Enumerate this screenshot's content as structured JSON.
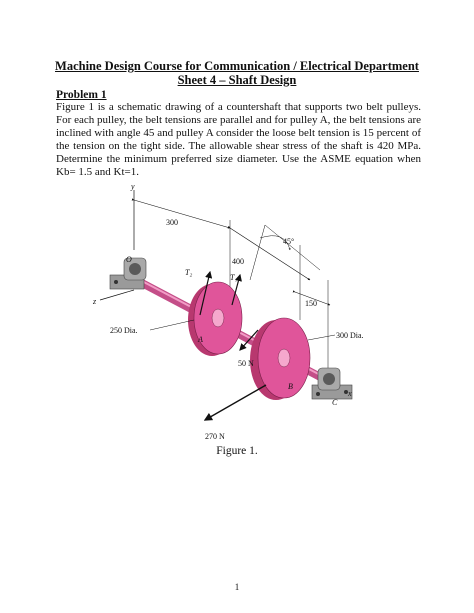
{
  "header": {
    "title_line1": "Machine Design Course for Communication / Electrical Department",
    "title_line2": "Sheet 4 – Shaft Design"
  },
  "problem": {
    "heading": "Problem 1",
    "text": "Figure 1 is a schematic drawing of a countershaft that supports two belt pulleys. For each pulley, the belt tensions are parallel and for pulley A, the belt tensions are inclined with angle 45 and pulley A consider the loose belt tension is 15 percent of the tension on the tight side. The allowable shear stress of the shaft is 420 MPa. Determine the minimum preferred size diameter. Use the ASME equation when Kb= 1.5 and Kt=1."
  },
  "figure": {
    "labels": {
      "y_axis": "y",
      "z_axis": "z",
      "x_axis": "x",
      "point_o": "O",
      "point_a": "A",
      "point_b": "B",
      "point_c": "C",
      "dim_300": "300",
      "dim_400": "400",
      "dim_150": "150",
      "angle_45": "45°",
      "t2": "T₂",
      "t1": "T₁",
      "dia_250": "250 Dia.",
      "dia_300": "300 Dia.",
      "force_50": "50 N",
      "force_270": "270 N"
    },
    "colors": {
      "pulley": "#e0559a",
      "pulley_dark": "#b8386f",
      "shaft": "#e46aa6",
      "bearing": "#9a9a9a",
      "bearing_dark": "#5a5a5a"
    },
    "caption": "Figure 1."
  },
  "page": {
    "number": "1"
  }
}
